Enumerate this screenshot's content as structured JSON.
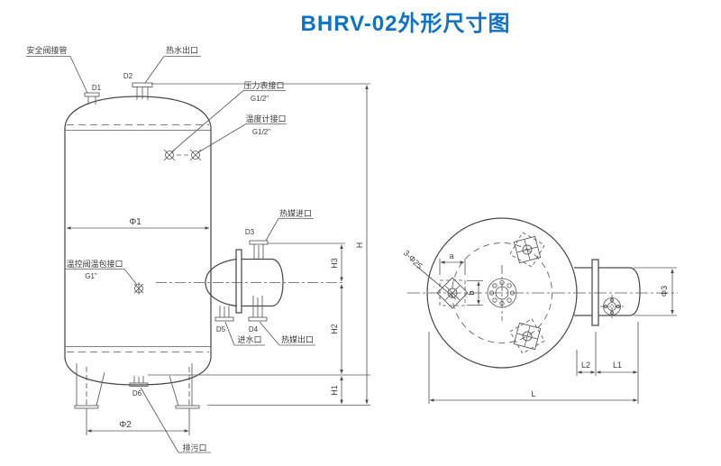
{
  "title": "BHRV-02外形尺寸图",
  "colors": {
    "title_blue": "#0f72c5",
    "line_gray": "#4a4a4a",
    "text_gray": "#3c3c3c"
  },
  "front_view": {
    "labels": {
      "safety_valve_pipe": "安全阀接管",
      "hot_water_outlet": "热水出口",
      "pressure_gauge_port": "压力表接口",
      "pressure_gauge_size": "G1/2\"",
      "thermometer_port": "温度计接口",
      "thermometer_size": "G1/2\"",
      "temp_control_port": "温控阀温包接口",
      "temp_control_size": "G1\"",
      "heat_medium_inlet": "热媒进口",
      "water_inlet": "进水口",
      "heat_medium_outlet": "热媒出口",
      "drain_outlet": "排污口"
    },
    "nozzles": {
      "d1": "D1",
      "d2": "D2",
      "d3": "D3",
      "d4": "D4",
      "d5": "D5",
      "d6": "D6"
    },
    "dims": {
      "phi1": "Φ1",
      "phi2": "Φ2",
      "h": "H",
      "h1": "H1",
      "h2": "H2",
      "h3": "H3"
    }
  },
  "side_view": {
    "labels": {
      "leg_holes": "3-Φ25"
    },
    "dims": {
      "a": "a",
      "b": "b",
      "phi3": "Φ3",
      "l": "L",
      "l1": "L1",
      "l2": "L2"
    }
  }
}
